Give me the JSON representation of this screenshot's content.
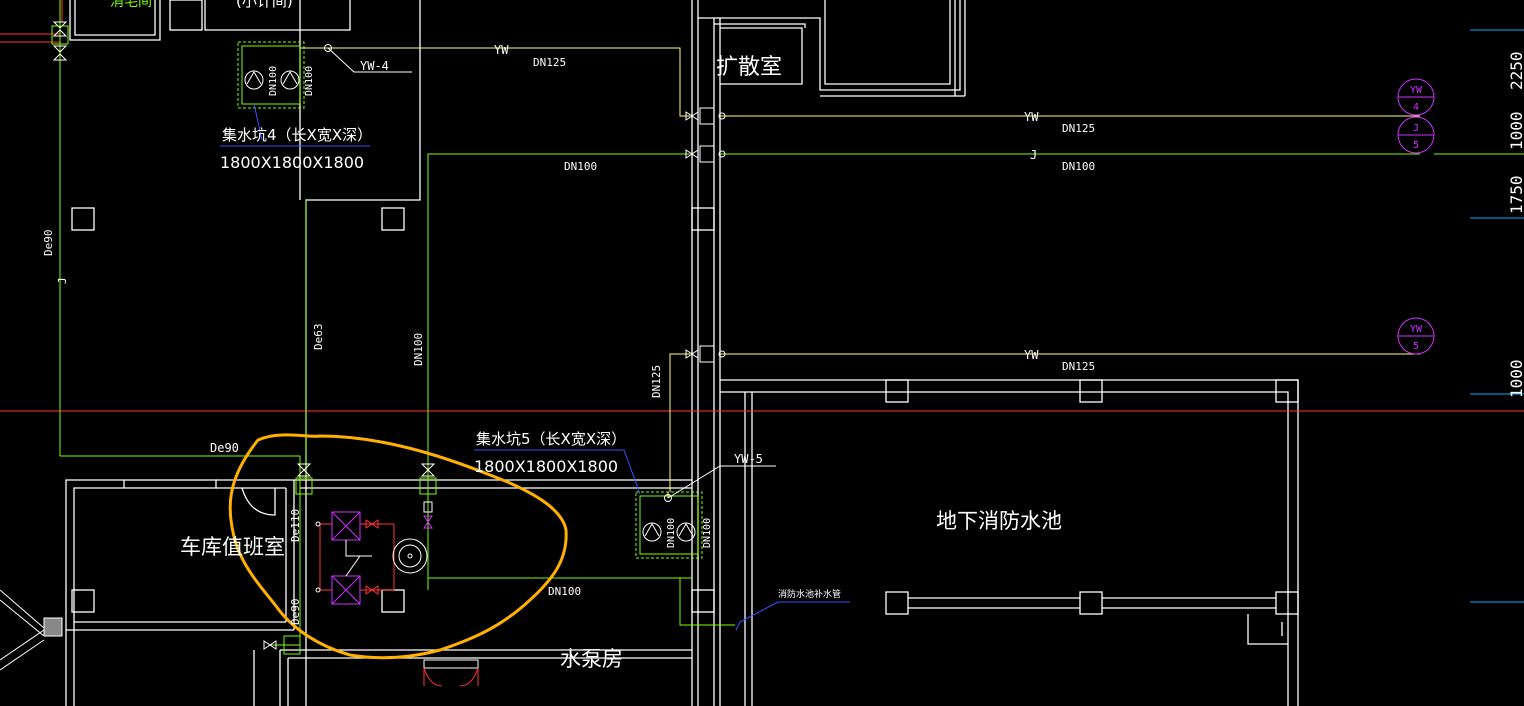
{
  "colors": {
    "background": "#000000",
    "wall": "#ffffff",
    "water_supply": "#7CFC00",
    "drain": "#ffff66",
    "axis": "#ff3333",
    "grid_bubble": "#cc33ff",
    "highlight": "#ffb000",
    "leader": "#3355ff",
    "dim": "#00b0ff"
  },
  "rooms": {
    "diffuser_room": "扩散室",
    "fire_pool": "地下消防水池",
    "duty_room": "车库值班室",
    "pump_room": "水泵房",
    "top_left_partial": "(小计间)",
    "top_corner_partial": "消毛间"
  },
  "sumps": {
    "sump4_title": "集水坑4（长X宽X深）",
    "sump4_size": "1800X1800X1800",
    "sump5_title": "集水坑5（长X宽X深）",
    "sump5_size": "1800X1800X1800"
  },
  "pipe_tags": {
    "yw4": "YW-4",
    "yw5": "YW-5",
    "yw": "YW",
    "j": "J",
    "dn125": "DN125",
    "dn100": "DN100",
    "de90": "De90",
    "de63": "De63",
    "de110": "De110",
    "fire_pool_refill": "消防水池补水管"
  },
  "bubbles": {
    "yw4": {
      "top": "YW",
      "bottom": "4"
    },
    "j5": {
      "top": "J",
      "bottom": "5"
    },
    "yw5": {
      "top": "YW",
      "bottom": "5"
    }
  },
  "dimensions": [
    "2250",
    "1000",
    "1750",
    "1000"
  ]
}
